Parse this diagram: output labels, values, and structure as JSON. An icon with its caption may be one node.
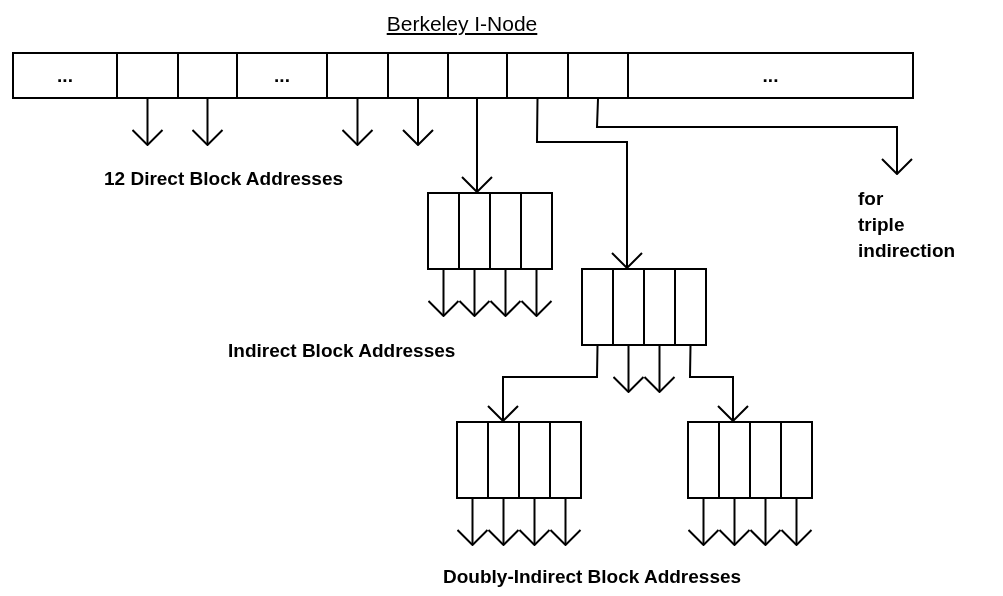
{
  "diagram": {
    "title": "Berkeley I-Node",
    "nodes": [
      {
        "text": [
          "..."
        ]
      },
      {
        "text": [],
        "shape": "box"
      },
      {
        "text": [],
        "shape": "box"
      },
      {
        "text": [
          "..."
        ]
      },
      {
        "text": [],
        "shape": "box"
      },
      {
        "text": [],
        "shape": "box"
      },
      {
        "text": [],
        "shape": "box"
      },
      {
        "text": [],
        "shape": "box"
      },
      {
        "text": [],
        "shape": "box"
      },
      {
        "text": [
          "..."
        ]
      },
      {
        "text": [],
        "shape": "box"
      },
      {
        "text": [],
        "shape": "box"
      },
      {
        "text": [],
        "shape": "box"
      },
      {
        "text": [],
        "shape": "box"
      },
      {
        "text": [],
        "shape": "box"
      },
      {
        "text": [],
        "shape": "box"
      },
      {
        "text": [],
        "shape": "box"
      },
      {
        "text": [],
        "shape": "box"
      },
      {
        "text": [],
        "shape": "box"
      },
      {
        "text": [],
        "shape": "box"
      },
      {
        "text": [],
        "shape": "box"
      },
      {
        "text": [],
        "shape": "box"
      },
      {
        "text": [],
        "shape": "box"
      },
      {
        "text": [],
        "shape": "box"
      },
      {
        "text": [],
        "shape": "box"
      },
      {
        "text": [],
        "shape": "box"
      },
      {
        "text": [
          "for triple indirection"
        ]
      }
    ],
    "edges": [
      {
        "from": 1,
        "to": null,
        "arrow": "to"
      },
      {
        "from": 2,
        "to": null,
        "arrow": "to"
      },
      {
        "from": 4,
        "to": null,
        "arrow": "to"
      },
      {
        "from": 5,
        "to": null,
        "arrow": "to"
      },
      {
        "from": 6,
        "to": 11,
        "arrow": "to"
      },
      {
        "from": 7,
        "to": 15,
        "arrow": "to"
      },
      {
        "from": 8,
        "to": 26,
        "arrow": "to"
      },
      {
        "from": 10,
        "to": null,
        "arrow": "to"
      },
      {
        "from": 11,
        "to": null,
        "arrow": "to"
      },
      {
        "from": 12,
        "to": null,
        "arrow": "to"
      },
      {
        "from": 13,
        "to": null,
        "arrow": "to"
      },
      {
        "from": 14,
        "to": 19,
        "arrow": "to"
      },
      {
        "from": 15,
        "to": null,
        "arrow": "to"
      },
      {
        "from": 16,
        "to": null,
        "arrow": "to"
      },
      {
        "from": 17,
        "to": 23,
        "arrow": "to"
      },
      {
        "from": 18,
        "to": null,
        "arrow": "to"
      },
      {
        "from": 19,
        "to": null,
        "arrow": "to"
      },
      {
        "from": 20,
        "to": null,
        "arrow": "to"
      },
      {
        "from": 21,
        "to": null,
        "arrow": "to"
      },
      {
        "from": 22,
        "to": null,
        "arrow": "to"
      },
      {
        "from": 23,
        "to": null,
        "arrow": "to"
      },
      {
        "from": 24,
        "to": null,
        "arrow": "to"
      },
      {
        "from": 25,
        "to": null,
        "arrow": "to"
      }
    ],
    "labels": [
      "12 Direct Block Addresses",
      "Indirect Block Addresses",
      "Doubly-Indirect Block Addresses"
    ]
  }
}
